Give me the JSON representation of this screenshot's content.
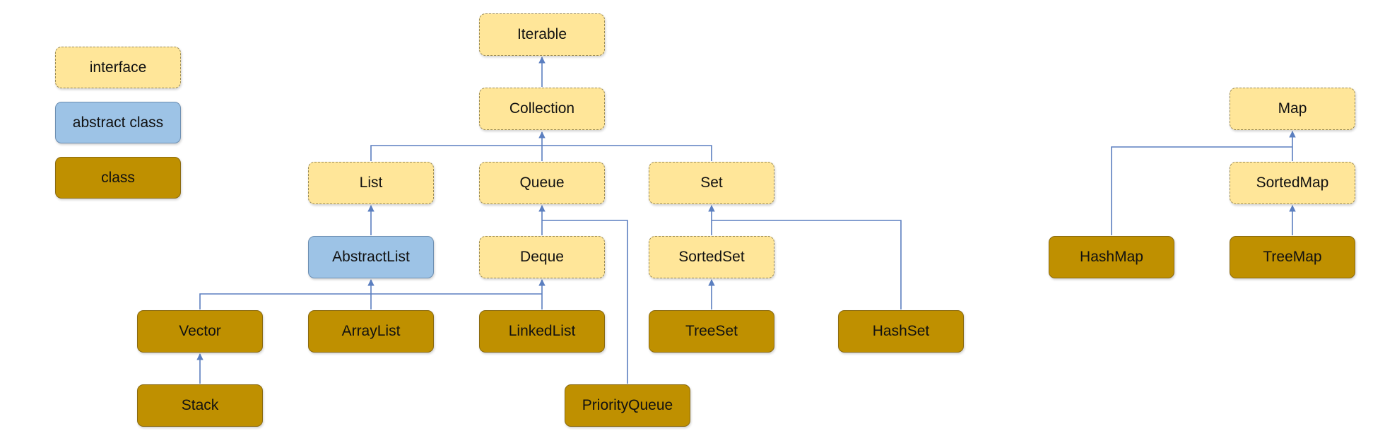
{
  "legend": {
    "interface": "interface",
    "abstract_class": "abstract class",
    "class": "class"
  },
  "nodes": {
    "iterable": "Iterable",
    "collection": "Collection",
    "list": "List",
    "queue": "Queue",
    "set": "Set",
    "abstract_list": "AbstractList",
    "deque": "Deque",
    "sorted_set": "SortedSet",
    "vector": "Vector",
    "array_list": "ArrayList",
    "linked_list": "LinkedList",
    "tree_set": "TreeSet",
    "hash_set": "HashSet",
    "stack": "Stack",
    "priority_queue": "PriorityQueue",
    "map": "Map",
    "sorted_map": "SortedMap",
    "hash_map": "HashMap",
    "tree_map": "TreeMap"
  },
  "colors": {
    "interface_fill": "#ffe699",
    "abstract_fill": "#9dc3e6",
    "class_fill": "#bf9000",
    "connector": "#5b7fc0"
  }
}
